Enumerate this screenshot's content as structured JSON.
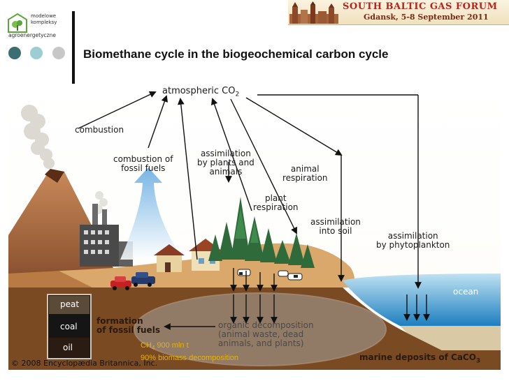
{
  "logo": {
    "line1": "modelowe",
    "line2": "kompleksy",
    "line3": "agroenergetyczne"
  },
  "banner": {
    "title": "SOUTH BALTIC GAS FORUM",
    "subtitle": "Gdansk, 5-8 September 2011"
  },
  "slide": {
    "title": "Biomethane cycle in the biogeochemical carbon cycle"
  },
  "diagram": {
    "atmospheric": "atmospheric CO",
    "atmospheric_sub": "2",
    "combustion": "combustion",
    "combustion_fossil": [
      "combustion of",
      "fossil fuels"
    ],
    "assim_plants": [
      "assimilation",
      "by plants and",
      "animals"
    ],
    "animal_resp": [
      "animal",
      "respiration"
    ],
    "plant_resp": [
      "plant",
      "respiration"
    ],
    "assim_soil": [
      "assimilation",
      "into soil"
    ],
    "assim_phyto": [
      "assimilation",
      "by phytoplankton"
    ],
    "ocean": "ocean",
    "peat": "peat",
    "coal": "coal",
    "oil": "oil",
    "formation": [
      "formation",
      "of fossil fuels"
    ],
    "organic": [
      "organic decomposition",
      "(animal waste, dead",
      "animals, and plants)"
    ],
    "marine": "marine deposits of CaCO",
    "marine_sub": "3",
    "copyright": "© 2008 Encyclopædia Britannica, Inc."
  },
  "annotation": {
    "ch4_prefix": "CH",
    "ch4_sub": "4",
    "ch4_rest": " 900 mln t",
    "biomass": "90% biomass decomposition",
    "color": "#e6b400"
  },
  "colors": {
    "dot1": "#3b6e72",
    "dot2": "#9dcdd2",
    "dot3": "#c7c7c7",
    "banner_red": "#b3261e"
  }
}
